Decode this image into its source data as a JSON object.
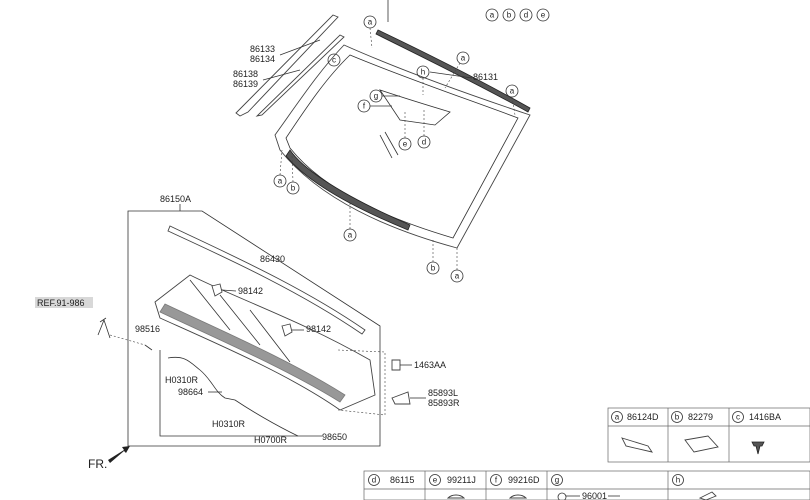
{
  "labels": {
    "p86133": "86133",
    "p86134": "86134",
    "p86138": "86138",
    "p86139": "86139",
    "p86131": "86131",
    "p86150A": "86150A",
    "p86430": "86430",
    "p98142a": "98142",
    "p98142b": "98142",
    "p98516": "98516",
    "ref": "REF.91-986",
    "H0310R_a": "H0310R",
    "p98664": "98664",
    "H0310R_b": "H0310R",
    "H0700R": "H0700R",
    "p98650": "98650",
    "p1463AA": "1463AA",
    "p85893L": "85893L",
    "p85893R": "85893R",
    "fr": "FR."
  },
  "callouts": {
    "a": "a",
    "b": "b",
    "c": "c",
    "d": "d",
    "e": "e",
    "f": "f",
    "g": "g",
    "h": "h"
  },
  "table": {
    "row1": [
      {
        "letter": "a",
        "part": "86124D"
      },
      {
        "letter": "b",
        "part": "82279"
      },
      {
        "letter": "c",
        "part": "1416BA"
      }
    ],
    "row2": [
      {
        "letter": "d",
        "part": "86115"
      },
      {
        "letter": "e",
        "part": "99211J"
      },
      {
        "letter": "f",
        "part": "99216D"
      },
      {
        "letter": "g",
        "part": ""
      },
      {
        "letter": "h",
        "part": ""
      }
    ],
    "g_sub": "96001"
  }
}
